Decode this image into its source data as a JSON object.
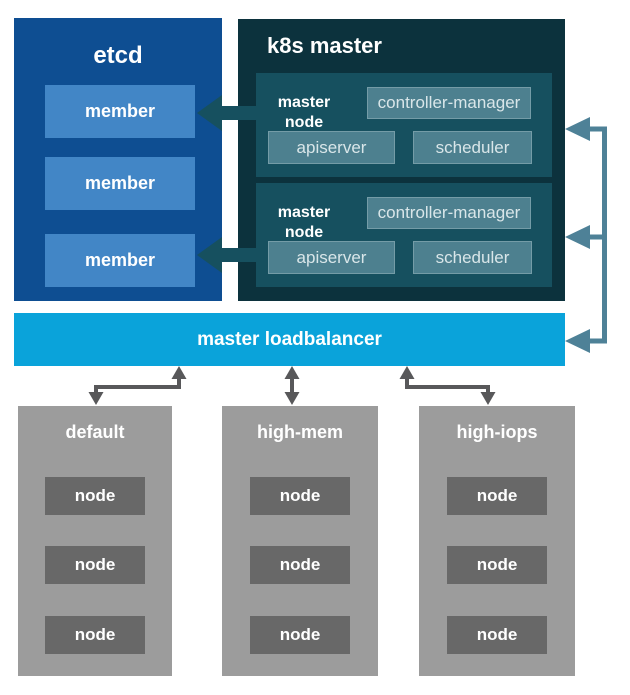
{
  "etcd": {
    "title": "etcd",
    "members": [
      "member",
      "member",
      "member"
    ]
  },
  "k8s": {
    "title": "k8s master",
    "master_nodes": [
      {
        "label": "master node",
        "components": {
          "controller_manager": "controller-manager",
          "apiserver": "apiserver",
          "scheduler": "scheduler"
        }
      },
      {
        "label": "master node",
        "components": {
          "controller_manager": "controller-manager",
          "apiserver": "apiserver",
          "scheduler": "scheduler"
        }
      }
    ]
  },
  "loadbalancer": {
    "label": "master loadbalancer"
  },
  "pools": [
    {
      "name": "default",
      "nodes": [
        "node",
        "node",
        "node"
      ]
    },
    {
      "name": "high-mem",
      "nodes": [
        "node",
        "node",
        "node"
      ]
    },
    {
      "name": "high-iops",
      "nodes": [
        "node",
        "node",
        "node"
      ]
    }
  ],
  "colors": {
    "etcd_bg": "#0e4e92",
    "member_bg": "#4286c6",
    "k8s_bg": "#0c323d",
    "master_node_bg": "#16505f",
    "component_bg": "#4d808f",
    "component_text": "#d9e6e9",
    "loadbalancer_bg": "#0aa3da",
    "teal_arrow": "#16505f",
    "link_line": "#4e8197",
    "pool_bg": "#9c9c9c",
    "node_bg": "#686868",
    "gray_arrow": "#58585a",
    "label_text": "#ffffff"
  }
}
